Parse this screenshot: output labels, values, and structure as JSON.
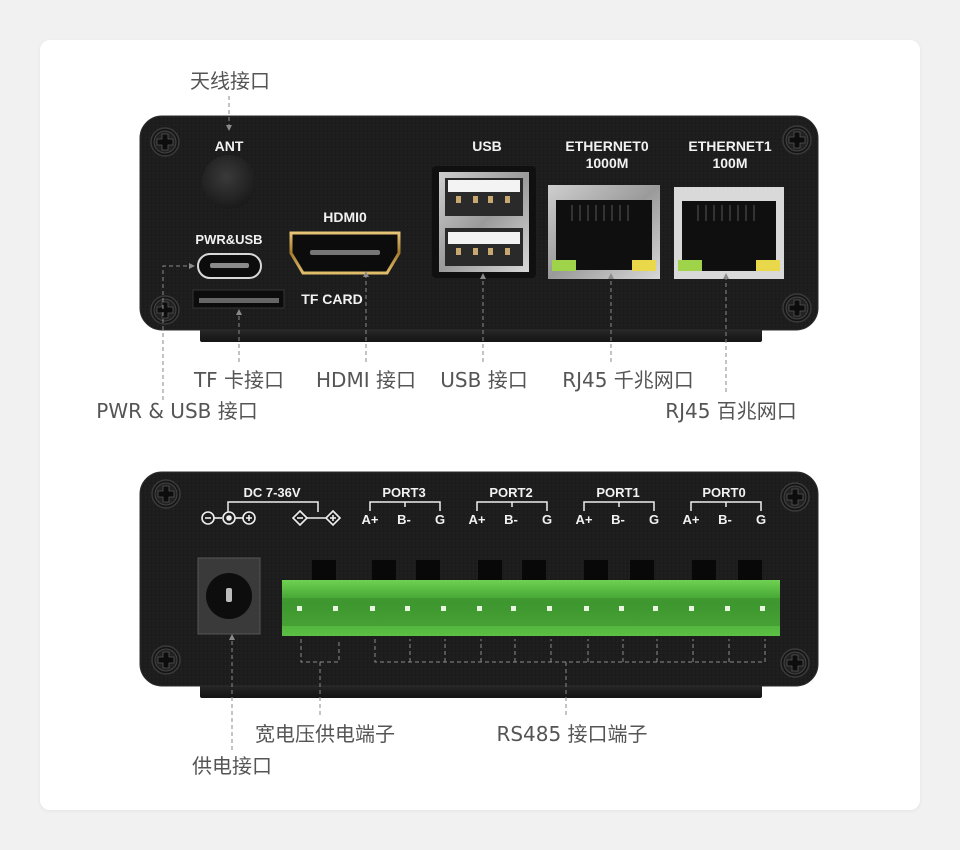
{
  "figure": {
    "background": "#f1f1f1",
    "card_color": "#ffffff",
    "panel_color": "#1c1c1c",
    "terminal_color": "#4caf3a",
    "callout_text_color": "#555555",
    "callout_line_color": "#777777"
  },
  "top_panel": {
    "silkscreen": {
      "ant": "ANT",
      "pwr_usb": "PWR&USB",
      "hdmi": "HDMI0",
      "tf_card": "TF CARD",
      "usb": "USB",
      "eth0_line1": "ETHERNET0",
      "eth0_line2": "1000M",
      "eth1_line1": "ETHERNET1",
      "eth1_line2": "100M"
    },
    "callouts": {
      "antenna": "天线接口",
      "tf": "TF 卡接口",
      "hdmi": "HDMI 接口",
      "usb": "USB 接口",
      "rj45_gigabit": "RJ45 千兆网口",
      "pwr_usb": "PWR & USB 接口",
      "rj45_100m": "RJ45 百兆网口"
    }
  },
  "bottom_panel": {
    "silkscreen": {
      "dc": "DC 7-36V",
      "ports": [
        {
          "name": "PORT3",
          "pins": [
            "A+",
            "B-",
            "G"
          ]
        },
        {
          "name": "PORT2",
          "pins": [
            "A+",
            "B-",
            "G"
          ]
        },
        {
          "name": "PORT1",
          "pins": [
            "A+",
            "B-",
            "G"
          ]
        },
        {
          "name": "PORT0",
          "pins": [
            "A+",
            "B-",
            "G"
          ]
        }
      ]
    },
    "callouts": {
      "wide_voltage": "宽电压供电端子",
      "rs485": "RS485 接口端子",
      "power_jack": "供电接口"
    }
  }
}
